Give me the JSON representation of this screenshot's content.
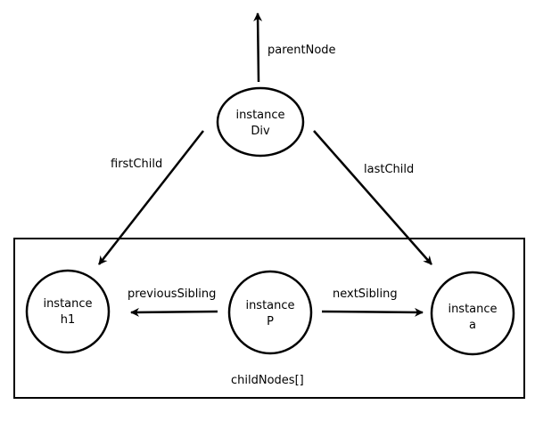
{
  "nodes": {
    "div": {
      "line1": "instance",
      "line2": "Div"
    },
    "h1": {
      "line1": "instance",
      "line2": "h1"
    },
    "p": {
      "line1": "instance",
      "line2": "P"
    },
    "a": {
      "line1": "instance",
      "line2": "a"
    }
  },
  "edges": {
    "parent_node": "parentNode",
    "first_child": "firstChild",
    "last_child": "lastChild",
    "previous_sibling": "previousSibling",
    "next_sibling": "nextSibling"
  },
  "container": {
    "label": "childNodes[]"
  },
  "colors": {
    "stroke": "#000000",
    "background": "#ffffff"
  }
}
